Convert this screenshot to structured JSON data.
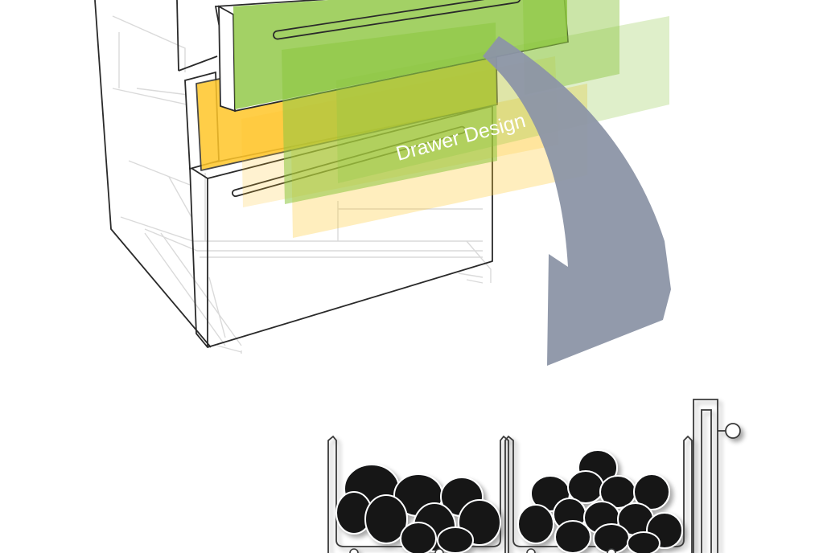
{
  "diagram": {
    "label": "Drawer Design",
    "colors": {
      "background": "#ffffff",
      "cabinet_line": "#2a2a2a",
      "cabinet_ghost": "#d9d9d9",
      "green_panel": "#8cc63f",
      "yellow_panel": "#ffc629",
      "arrow": "#8c95a6",
      "stones": "#121519"
    },
    "icons": {
      "arrow": "curved-arrow-down-icon",
      "cabinet": "drawer-cabinet-illustration",
      "stones": "stone-pebbles-illustration"
    }
  }
}
